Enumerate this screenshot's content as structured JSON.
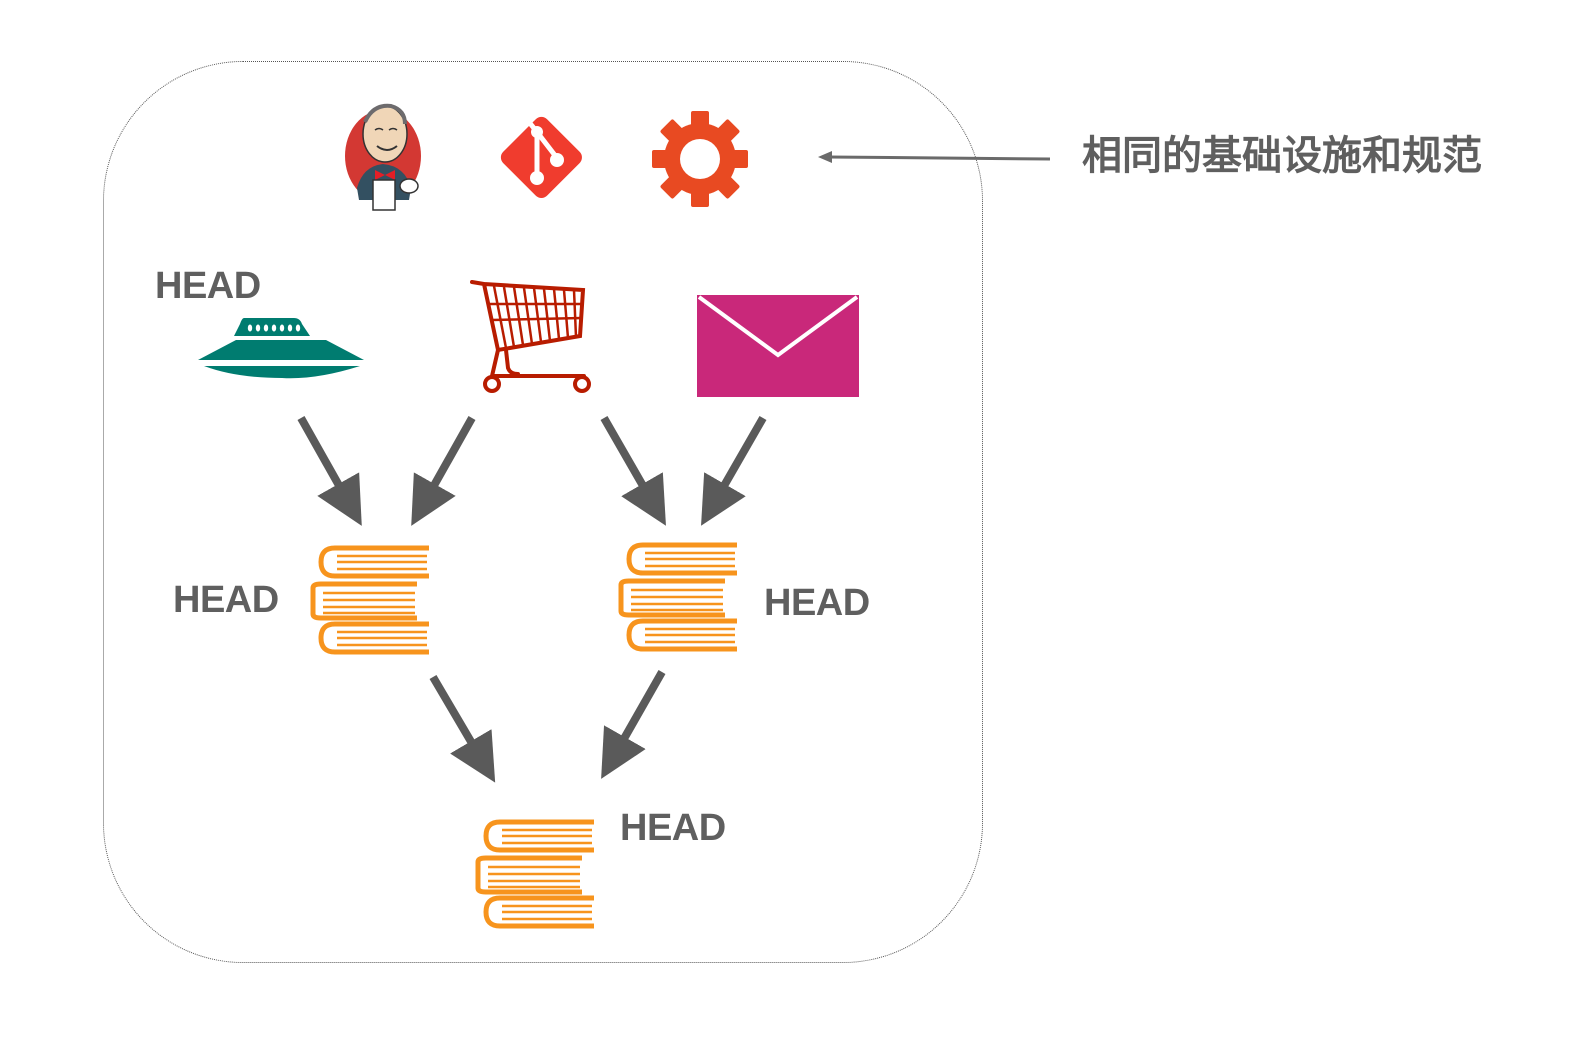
{
  "diagram": {
    "caption": "相同的基础设施和规范",
    "infrastructure_icons": [
      "jenkins-icon",
      "git-icon",
      "gear-icon"
    ],
    "sources": [
      {
        "name": "ufo-icon",
        "label": "HEAD",
        "color": "#007c70"
      },
      {
        "name": "shopping-cart-icon",
        "label": "",
        "color": "#b81c00"
      },
      {
        "name": "mail-icon",
        "label": "",
        "color": "#c9287a"
      }
    ],
    "merge_nodes": [
      {
        "name": "books-left",
        "label": "HEAD"
      },
      {
        "name": "books-right",
        "label": "HEAD"
      },
      {
        "name": "books-bottom",
        "label": "HEAD"
      }
    ],
    "colors": {
      "frame": "#555555",
      "text": "#5f5f5f",
      "arrow": "#5a5a5a",
      "books": "#f7941d",
      "git": "#f03c2e",
      "gear": "#e84a22",
      "jenkins_red": "#d33833"
    }
  }
}
